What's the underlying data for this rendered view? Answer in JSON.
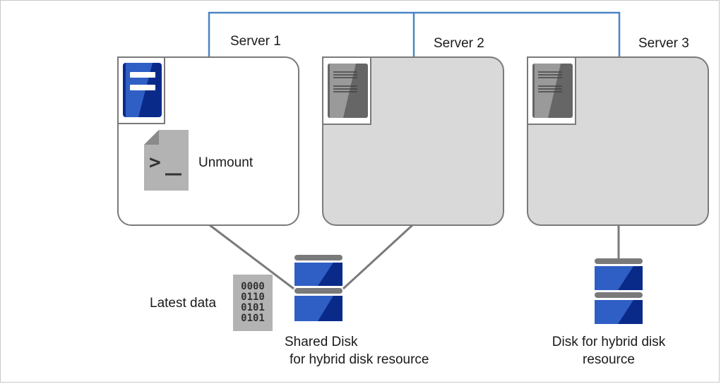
{
  "servers": [
    {
      "name": "Server 1",
      "state": "active"
    },
    {
      "name": "Server 2",
      "state": "standby"
    },
    {
      "name": "Server 3",
      "state": "standby"
    }
  ],
  "script": {
    "label": "Unmount",
    "icon": "terminal-script-icon"
  },
  "data_icon": {
    "label": "Latest data",
    "bits": [
      "0000",
      "0110",
      "0101",
      "0101"
    ]
  },
  "disks": {
    "shared": {
      "line1": "Shared Disk",
      "line2": "for hybrid disk resource"
    },
    "hybrid": {
      "line1": "Disk for hybrid disk",
      "line2": "resource"
    }
  },
  "colors": {
    "network_line": "#4a86c5",
    "border": "#7a7a7a",
    "standby_fill": "#d9d9d9",
    "disk_blue": "#2f5fc4",
    "disk_dark": "#0a2a8a"
  }
}
